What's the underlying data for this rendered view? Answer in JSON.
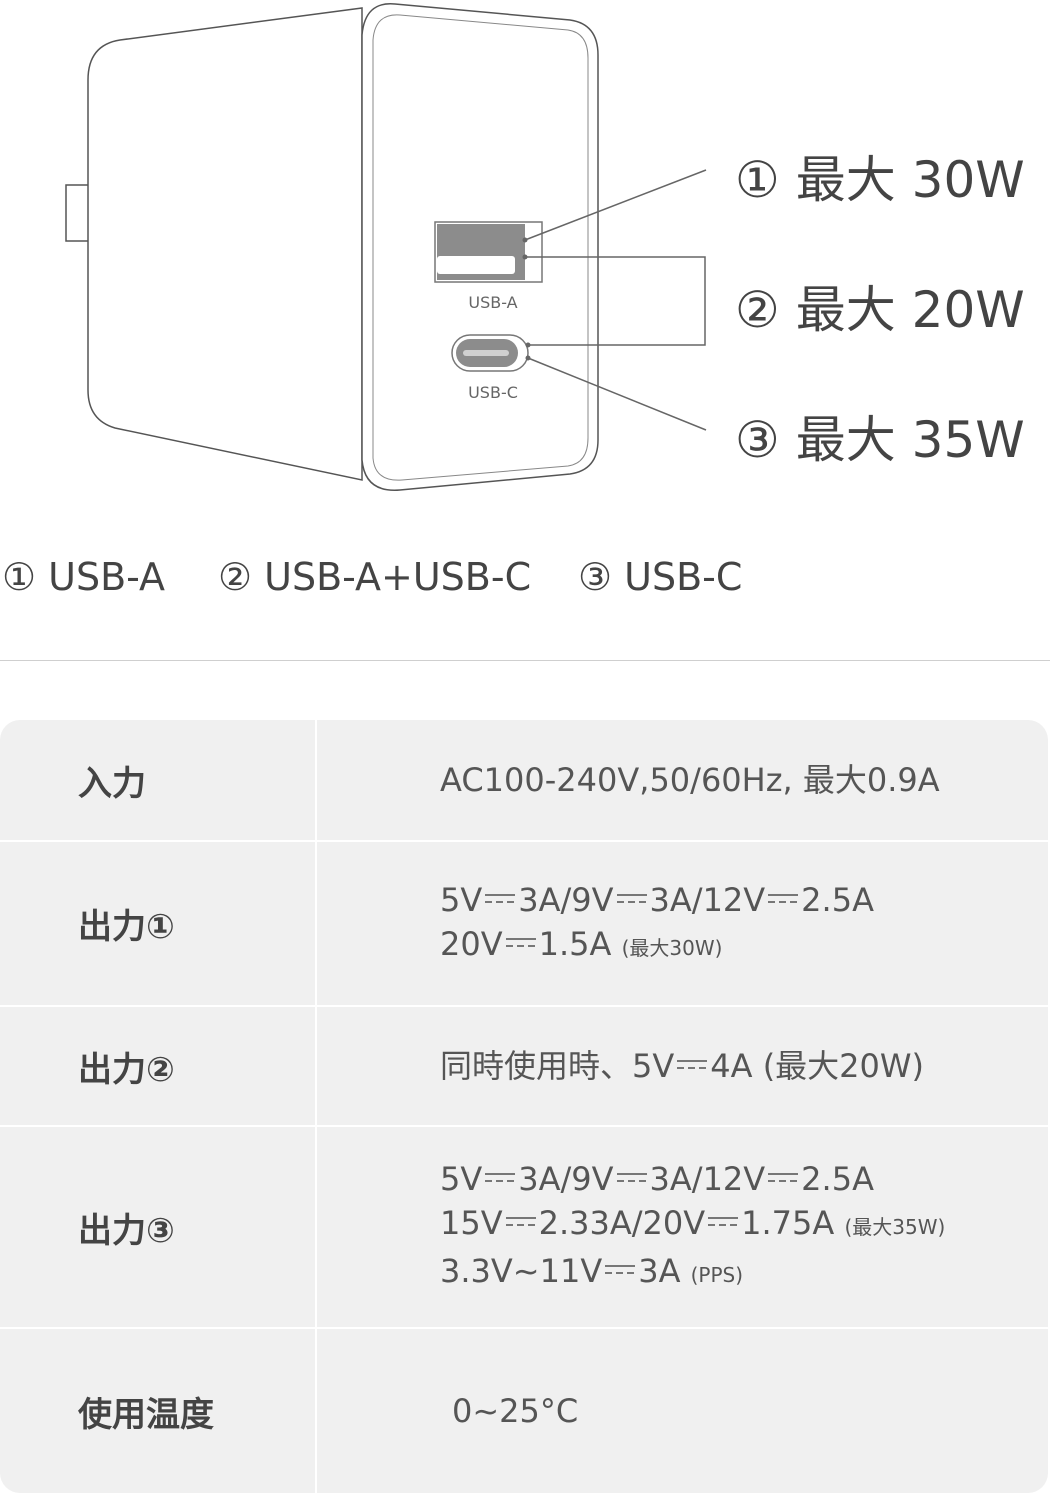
{
  "diagram": {
    "port_a_label": "USB-A",
    "port_c_label": "USB-C",
    "callouts": [
      {
        "marker": "①",
        "text": "最大 30W"
      },
      {
        "marker": "②",
        "text": "最大 20W"
      },
      {
        "marker": "③",
        "text": "最大 35W"
      }
    ]
  },
  "legend": {
    "item1": "① USB-A",
    "item2": "② USB-A+USB-C",
    "item3": "③ USB-C"
  },
  "spec": {
    "input": {
      "label": "入力",
      "value": "AC100-240V,50/60Hz, 最大0.9A"
    },
    "output1": {
      "label": "出力①",
      "l1_a": "5V",
      "l1_b": "3A/9V",
      "l1_c": "3A/12V",
      "l1_d": "2.5A",
      "l2_a": "20V",
      "l2_b": "1.5A",
      "l2_note": "(最大30W)"
    },
    "output2": {
      "label": "出力②",
      "v_a": "同時使用時、5V",
      "v_b": "4A (最大20W)"
    },
    "output3": {
      "label": "出力③",
      "l1_a": "5V",
      "l1_b": "3A/9V",
      "l1_c": "3A/12V",
      "l1_d": "2.5A",
      "l2_a": "15V",
      "l2_b": "2.33A/20V",
      "l2_c": "1.75A",
      "l2_note": "(最大35W)",
      "l3_a": "3.3V~11V",
      "l3_b": "3A",
      "l3_note": "(PPS)"
    },
    "temperature": {
      "label": "使用温度",
      "value": "0~25°C"
    }
  }
}
